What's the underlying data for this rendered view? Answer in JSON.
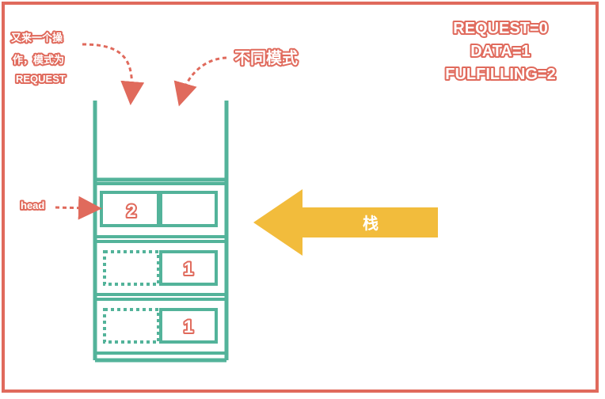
{
  "annotations": {
    "new_op_line1": "又来一个操",
    "new_op_line2": "作，模式为",
    "new_op_line3": "REQUEST",
    "different_mode": "不同模式",
    "head": "head",
    "stack": "栈"
  },
  "legend": {
    "request": "REQUEST=0",
    "data": "DATA=1",
    "fulfilling": "FULFILLING=2"
  },
  "nodes": [
    {
      "mode": "2",
      "is_head": true
    },
    {
      "mode": "1"
    },
    {
      "mode": "1"
    }
  ],
  "colors": {
    "frame": "#e06a5c",
    "stack": "#53b39a",
    "arrow": "#f2bc3c",
    "annotation": "#e06a5c"
  }
}
